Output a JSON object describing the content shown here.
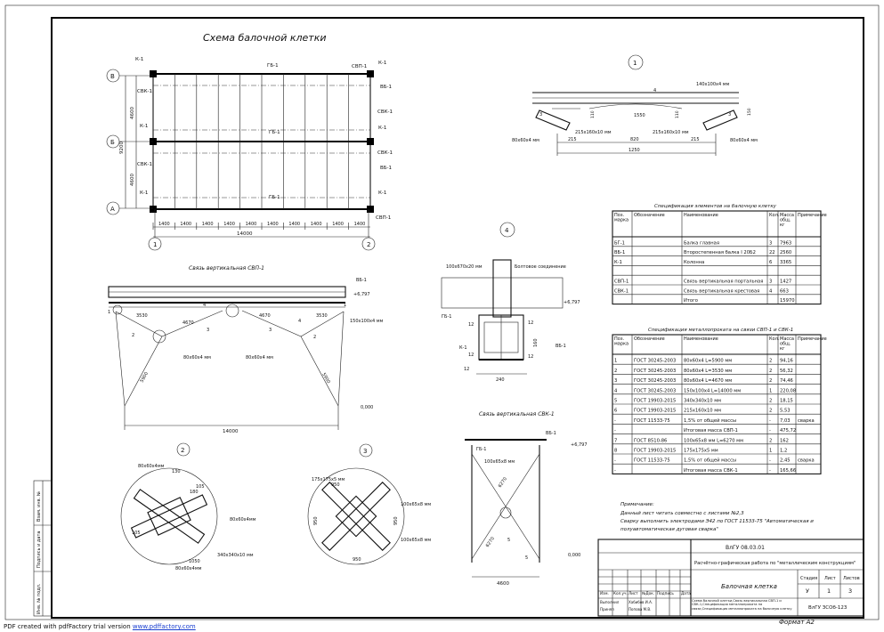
{
  "titles": {
    "main": "Схема балочной клетки",
    "svp_section": "Связь вертикальная СВП-1",
    "svk_section": "Связь вертикальная СВК-1",
    "node1": "1",
    "node2": "2",
    "node3": "3",
    "node4": "4"
  },
  "plan": {
    "axes_letters": [
      "В",
      "Б",
      "А"
    ],
    "axes_numbers": [
      "1",
      "2"
    ],
    "dims_vertical": [
      "4600",
      "9200",
      "4600"
    ],
    "span_labels": [
      "1400",
      "1400",
      "1400",
      "1400",
      "1400",
      "1400",
      "1400",
      "1400",
      "1400",
      "1400"
    ],
    "total": "14000",
    "marks": [
      "К-1",
      "К-1",
      "К-1",
      "К-1",
      "К-1",
      "К-1",
      "СВК-1",
      "СВК-1",
      "ГБ-1",
      "ГБ-1",
      "ГБ-1",
      "СВП-1",
      "СВП-1",
      "ВБ-1",
      "ВБ-1",
      "СВК-1",
      "СВК-1"
    ]
  },
  "node1": {
    "profile": "140х100х4 мм",
    "plate": "80х60х4 мм",
    "plate2": "80х60х4 мм",
    "gusset": "215х160х10 мм",
    "gusset2": "215х160х10 мм",
    "dims": [
      "215",
      "820",
      "215",
      "1250",
      "1550",
      "110",
      "110",
      "150",
      "4",
      "3",
      "3"
    ]
  },
  "node4": {
    "plate": "100х670х20 мм",
    "bolts": "Болтовое соединение",
    "level": "+6,797",
    "marks": [
      "ВБ-1",
      "ГБ-1",
      "К-1"
    ],
    "dims": [
      "240",
      "12",
      "12",
      "12",
      "12",
      "160",
      "12"
    ]
  },
  "svp": {
    "labels": [
      "ВБ-1",
      "+6,797",
      "3530",
      "4670",
      "4670",
      "3530",
      "150х100х4 мм",
      "80х60х4 мм",
      "80х60х4 мм",
      "5900",
      "5900",
      "0,000",
      "14000"
    ],
    "pos": [
      "1",
      "2",
      "3",
      "4",
      "3",
      "4",
      "2",
      "1"
    ]
  },
  "svk": {
    "labels": [
      "ВБ-1",
      "ГБ-1",
      "100х65х8 мм",
      "+6,797",
      "6270",
      "6270",
      "0,000",
      "4600",
      "5",
      "5"
    ]
  },
  "node2": {
    "labels": [
      "80х60х4мм",
      "130",
      "80х60х4мм",
      "340х340х10 мм",
      "80х60х4мм",
      "180",
      "105",
      "1050",
      "105"
    ]
  },
  "node3": {
    "labels": [
      "175х175х5 мм",
      "100х65х8 мм",
      "100х65х8 мм",
      "950",
      "950",
      "950",
      "950"
    ]
  },
  "spec1": {
    "title": "Спецификация элементов на балочную клетку",
    "headers": [
      "Поз. марка",
      "Обозначение",
      "Наименование",
      "Кол.",
      "Масса общ. кг",
      "Примечание"
    ],
    "rows": [
      [
        "БГ-1",
        "",
        "Балка главная",
        "3",
        "7963",
        ""
      ],
      [
        "ВБ-1",
        "",
        "Второстепенная балка I 20Б2",
        "22",
        "2560",
        ""
      ],
      [
        "К-1",
        "",
        "Колонна",
        "6",
        "3365",
        ""
      ],
      [
        "",
        "",
        "",
        "",
        "",
        ""
      ],
      [
        "СВП-1",
        "",
        "Связь вертикальная портальная",
        "3",
        "1427",
        ""
      ],
      [
        "СВК-1",
        "",
        "Связь вертикальная крестовая",
        "4",
        "663",
        ""
      ],
      [
        "",
        "",
        "Итого",
        "",
        "15970",
        ""
      ]
    ]
  },
  "spec2": {
    "title": "Спецификация металлопроката на связи СВП-1 и СВК-1",
    "headers": [
      "Поз. марка",
      "Обозначение",
      "Наименование",
      "Кол.",
      "Масса общ. кг",
      "Примечание"
    ],
    "rows": [
      [
        "1",
        "ГОСТ 30245-2003",
        "80х60х4  L=5900 мм",
        "2",
        "94,16",
        ""
      ],
      [
        "2",
        "ГОСТ 30245-2003",
        "80х60х4  L=3530 мм",
        "2",
        "56,32",
        ""
      ],
      [
        "3",
        "ГОСТ 30245-2003",
        "80х60х4  L=4670 мм",
        "2",
        "74,46",
        ""
      ],
      [
        "4",
        "ГОСТ 30245-2003",
        "150х100х4  L=14000 мм",
        "1",
        "220,08",
        ""
      ],
      [
        "5",
        "ГОСТ 19903-2015",
        "340х340х10 мм",
        "2",
        "18,15",
        ""
      ],
      [
        "6",
        "ГОСТ 19903-2015",
        "215х160х10 мм",
        "2",
        "5,53",
        ""
      ],
      [
        "-",
        "ГОСТ 11533-75",
        "1,5% от общей массы",
        "-",
        "7,03",
        "сварка"
      ],
      [
        "-",
        "",
        "Итоговая масса СВП-1",
        "-",
        "475,72",
        ""
      ],
      [
        "7",
        "ГОСТ 8510-86",
        "100х65х8 мм  L=6270 мм",
        "2",
        "162",
        ""
      ],
      [
        "8",
        "ГОСТ 19903-2015",
        "175х175х5 мм",
        "1",
        "1,2",
        ""
      ],
      [
        "-",
        "ГОСТ 11533-75",
        "1,5% от общей массы",
        "-",
        "2,45",
        "сварка"
      ],
      [
        "-",
        "",
        "Итоговая масса СВК-1",
        "-",
        "165,66",
        ""
      ]
    ]
  },
  "notes": {
    "title": "Примечание:",
    "lines": [
      "Данный лист читать совместно с листами №2,3",
      "Сварку выполнить электродами Э42 по ГОСТ 11533-75 \"Автоматическая и",
      "полуавтоматическая дуговая сварка\""
    ]
  },
  "stamp": {
    "code_top": "ВлГУ 08.03.01",
    "work_title": "Расчётно-графическая работа по \"металлическим конструкциям\"",
    "sheet_title": "Балочная клетка",
    "col_heads": [
      "Изм.",
      "Кол.уч.",
      "Лист",
      "№Док.",
      "Подпись",
      "Дата"
    ],
    "row_roles": [
      "Выполнил",
      "Принял"
    ],
    "row_names": [
      "Хабибов И.А.",
      "Попова М.В."
    ],
    "stage_heads": [
      "Стадия",
      "Лист",
      "Листов"
    ],
    "stage_vals": [
      "У",
      "1",
      "3"
    ],
    "contents": "Схема балочной клетки,Связь вертикальная СВП-1 и СВК-1,Спецификация металлопроката на связи,Спецификация металлопроката на балочную клетку",
    "group": "ВлГУ ЗСОб-123"
  },
  "left_strip": [
    "Инв. № подл.",
    "Подпись и дата",
    "Взам. инв. №"
  ],
  "format": "Формат А2",
  "footer": {
    "prefix": "PDF created with pdfFactory trial version ",
    "link": "www.pdffactory.com"
  }
}
